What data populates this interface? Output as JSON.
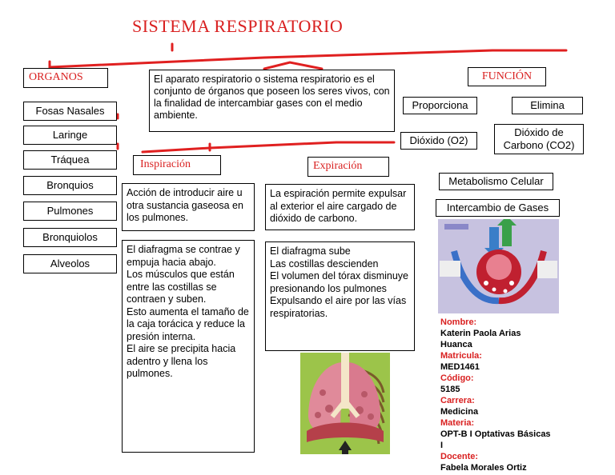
{
  "title": "SISTEMA RESPIRATORIO",
  "organos": {
    "heading": "ORGANOS",
    "items": [
      "Fosas Nasales",
      "Laringe",
      "Tráquea",
      "Bronquios",
      "Pulmones",
      "Bronquiolos",
      "Alveolos"
    ]
  },
  "definicion": "El aparato respiratorio o sistema respiratorio es el conjunto de órganos que poseen los seres vivos, con la finalidad de intercambiar gases con el medio ambiente.",
  "funcion": {
    "heading": "FUNCIÓN",
    "proporciona": "Proporciona",
    "elimina": "Elimina",
    "dioxido_o2": "Dióxido (O2)",
    "dioxido_co2": "Dióxido de Carbono (CO2)",
    "metabolismo": "Metabolismo Celular",
    "intercambio": "Intercambio de Gases"
  },
  "inspiracion": {
    "heading": "Inspiración",
    "definicion": "Acción de introducir aire u otra sustancia gaseosa en los pulmones.",
    "proceso": "El diafragma se contrae y empuja hacia abajo.\nLos músculos que están entre las costillas se contraen y suben.\nEsto aumenta el tamaño de la caja torácica y reduce la presión interna.\nEl aire se precipita hacia adentro y llena los pulmones."
  },
  "expiracion": {
    "heading": "Expiración",
    "definicion": "La espiración permite expulsar al exterior el aire cargado de dióxido de carbono.",
    "proceso": "El diafragma sube\nLas costillas descienden\nEl volumen del tórax disminuye presionando los pulmones\nExpulsando el aire por las vías respiratorias."
  },
  "info": {
    "nombre_label": "Nombre:",
    "nombre": "Katerin Paola Arias Huanca",
    "matricula_label": "Matricula:",
    "matricula": "MED1461",
    "codigo_label": "Código:",
    "codigo": "5185",
    "carrera_label": "Carrera:",
    "carrera": "Medicina",
    "materia_label": "Materia:",
    "materia": "OPT-B I Optativas Básicas I",
    "docente_label": "Docente:",
    "docente": "Fabela Morales Ortiz"
  },
  "colors": {
    "accent_red": "#d92020",
    "line_red": "#e02020"
  }
}
